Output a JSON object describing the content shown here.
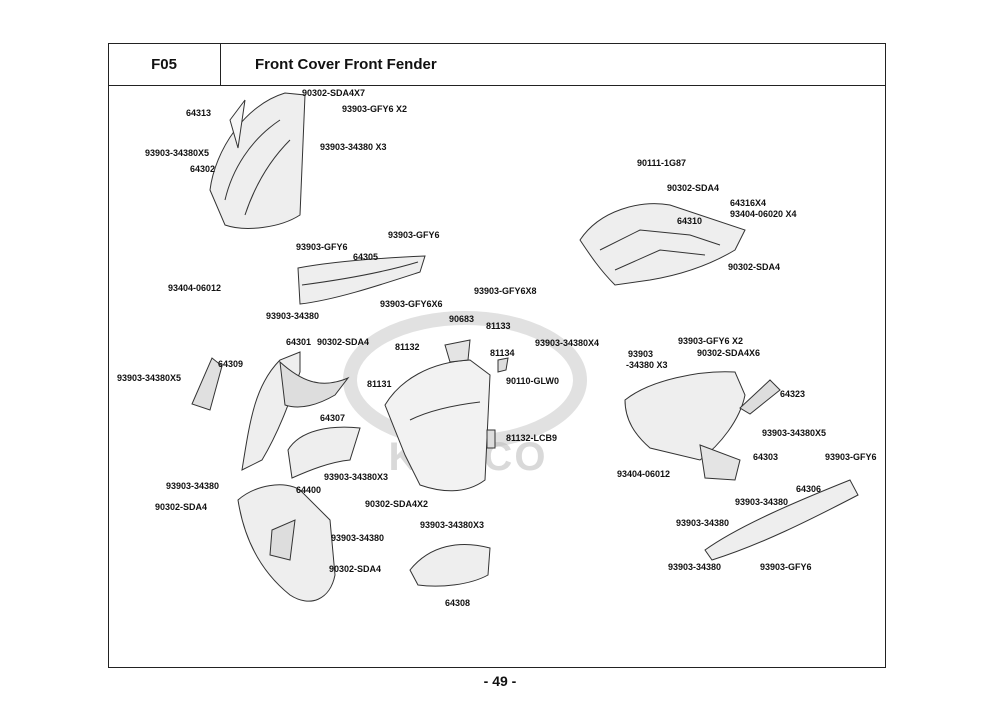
{
  "header": {
    "code": "F05",
    "title": "Front Cover  Front Fender"
  },
  "watermark": {
    "text": "KYMCO"
  },
  "footer": {
    "page": "- 49 -"
  },
  "labels": [
    "90302-SDA4X7",
    "93903-GFY6 X2",
    "64313",
    "93903-34380 X3",
    "93903-34380X5",
    "64302",
    "93903-GFY6",
    "93903-GFY6",
    "64305",
    "93404-06012",
    "93903-34380",
    "93903-GFY6X6",
    "93903-GFY6X8",
    "90683",
    "81133",
    "81132",
    "81134",
    "93903-34380X4",
    "90110-GLW0",
    "64301",
    "90302-SDA4",
    "64309",
    "93903-34380X5",
    "81131",
    "64307",
    "81132-LCB9",
    "93903-34380X3",
    "93903-34380",
    "64400",
    "90302-SDA4",
    "90302-SDA4X2",
    "93903-34380X3",
    "93903-34380",
    "90302-SDA4",
    "64308",
    "90111-1G87",
    "90302-SDA4",
    "64316X4",
    "93404-06020 X4",
    "64310",
    "90302-SDA4",
    "93903-GFY6 X2",
    "93903",
    "90302-SDA4X6",
    "-34380 X3",
    "64323",
    "93903-34380X5",
    "93404-06012",
    "64303",
    "93903-GFY6",
    "64306",
    "93903-34380",
    "93903-34380",
    "93903-34380",
    "93903-GFY6"
  ]
}
